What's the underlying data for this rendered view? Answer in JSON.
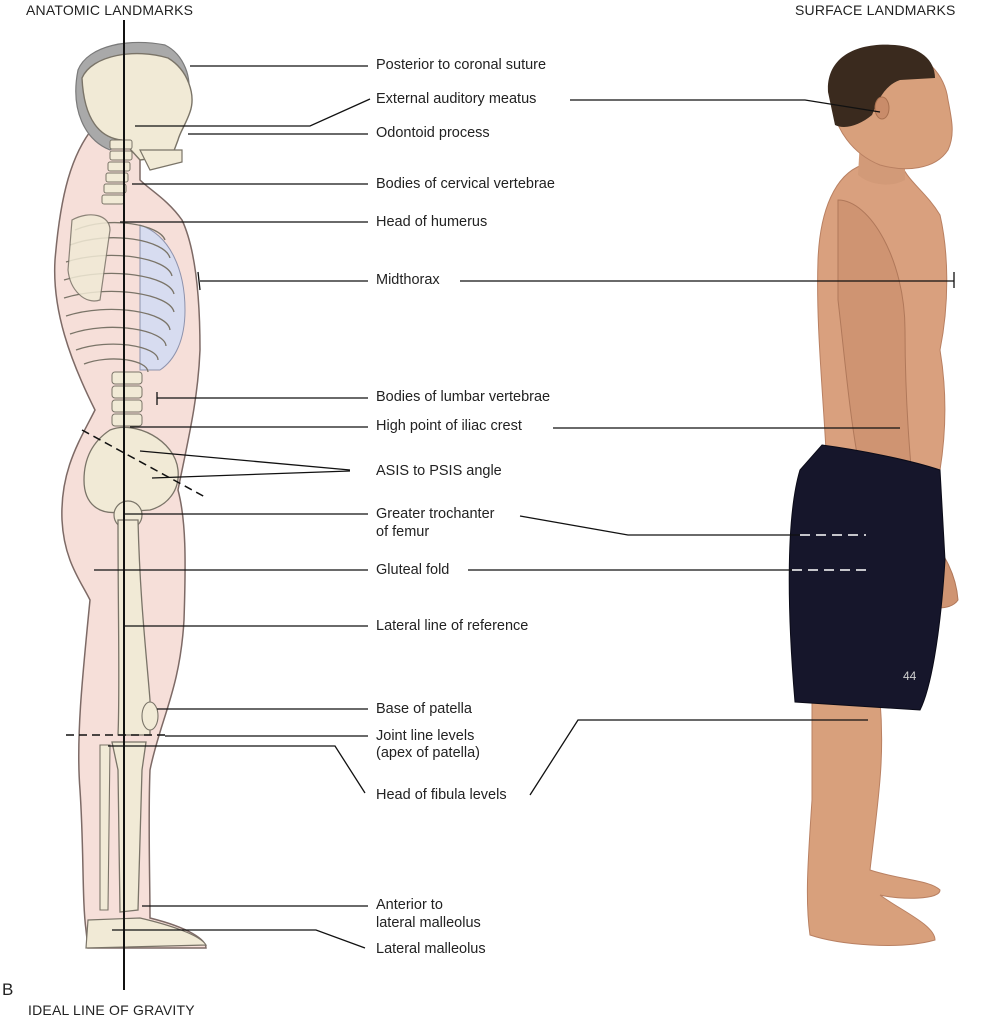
{
  "headers": {
    "left": "ANATOMIC LANDMARKS",
    "right": "SURFACE LANDMARKS",
    "bottom": "IDEAL LINE OF GRAVITY",
    "panel_letter": "B"
  },
  "labels": {
    "posterior_coronal": "Posterior to coronal suture",
    "ext_auditory": "External auditory meatus",
    "odontoid": "Odontoid process",
    "cervical": "Bodies of cervical vertebrae",
    "humerus": "Head of humerus",
    "midthorax": "Midthorax",
    "lumbar": "Bodies of lumbar vertebrae",
    "iliac": "High point of iliac crest",
    "asis": "ASIS to PSIS angle",
    "trochanter_1": "Greater trochanter",
    "trochanter_2": "of femur",
    "gluteal": "Gluteal fold",
    "lateral_ref": "Lateral line of reference",
    "patella": "Base of patella",
    "joint_1": "Joint line levels",
    "joint_2": "(apex of patella)",
    "fibula": "Head of fibula levels",
    "ant_malleolus_1": "Anterior to",
    "ant_malleolus_2": "lateral malleolus",
    "malleolus": "Lateral malleolus"
  },
  "photo": {
    "shorts_number": "44"
  },
  "colors": {
    "skin_photo": "#d9a07e",
    "skin_outline": "#f5dcd6",
    "bone": "#f1ead6",
    "bone_stroke": "#7a7468",
    "hair": "#3a2a1e",
    "shorts": "#15152a",
    "lungs": "#d6dcf0",
    "skull_shade": "#9a9a9a"
  }
}
